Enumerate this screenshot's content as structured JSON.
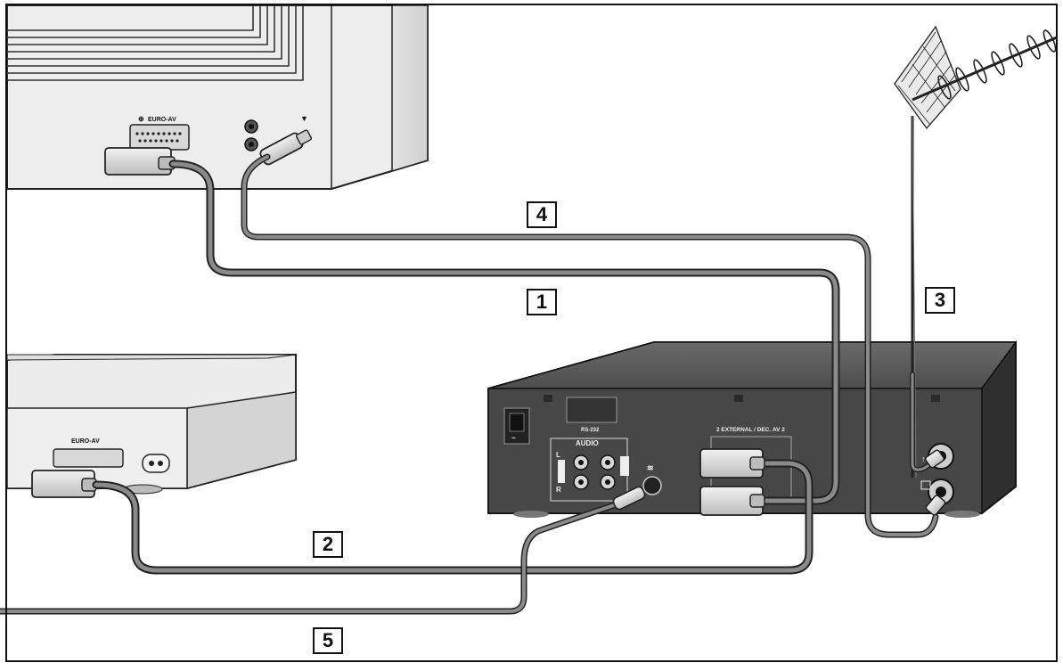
{
  "callouts": {
    "c1": "1",
    "c2": "2",
    "c3": "3",
    "c4": "4",
    "c5": "5"
  },
  "labels": {
    "tv_euro_av": "EURO-AV",
    "receiver_euro_av": "EURO-AV",
    "audio": "AUDIO",
    "audio_l": "L",
    "audio_r": "R",
    "external": "2 EXTERNAL / DEC. AV 2"
  },
  "colors": {
    "cable": "#8a8a8a",
    "cable_edge": "#2a2a2a",
    "vcr_body": "#4a4a4a",
    "device_light": "#ececec"
  }
}
